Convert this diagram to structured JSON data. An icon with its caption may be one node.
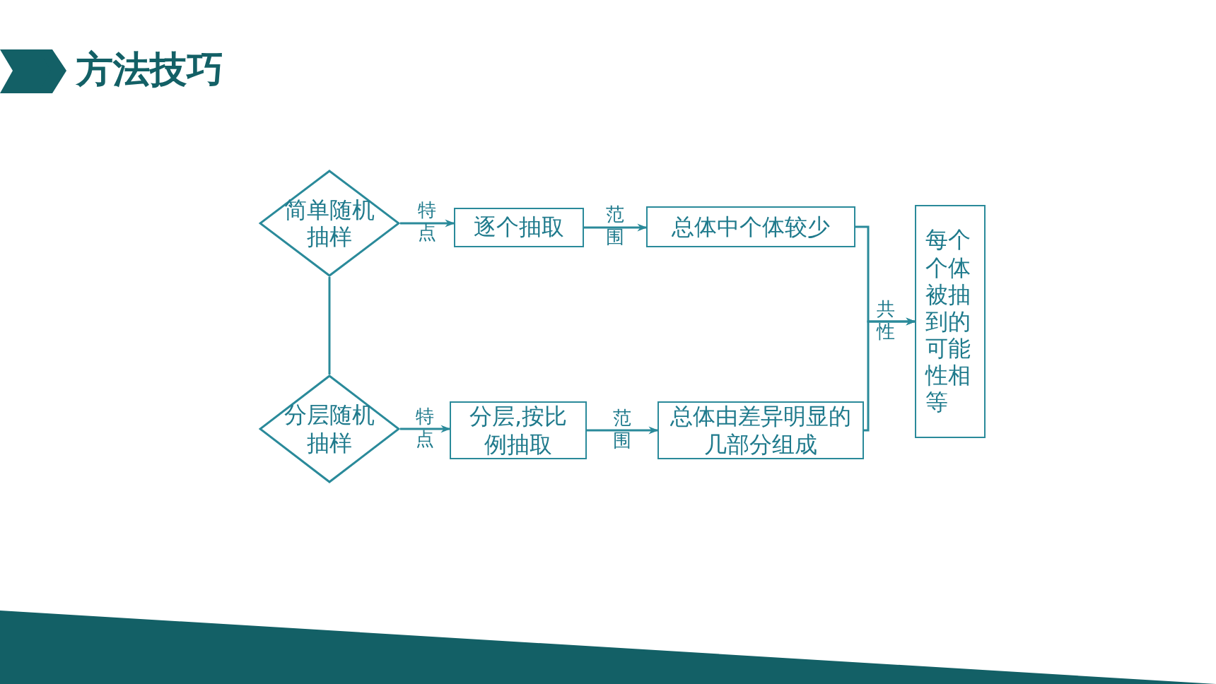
{
  "diagram": {
    "title": "方法技巧",
    "nodes": [
      {
        "text": [
          "简单随机抽样"
        ]
      },
      {
        "text": [
          "逐个抽取"
        ]
      },
      {
        "text": [
          "总体中个体较少"
        ]
      },
      {
        "text": [
          "分层随机抽样"
        ]
      },
      {
        "text": [
          "分层,按比例抽取"
        ]
      },
      {
        "text": [
          "总体由差异明显的几部分组成"
        ]
      },
      {
        "text": [
          "每个个体被抽到的可能性相等"
        ]
      }
    ],
    "edges": [
      {
        "from": 0,
        "to": 1,
        "arrow": "to",
        "label": "特点"
      },
      {
        "from": 1,
        "to": 2,
        "arrow": "to",
        "label": "范围"
      },
      {
        "from": 3,
        "to": 4,
        "arrow": "to",
        "label": "特点"
      },
      {
        "from": 4,
        "to": 5,
        "arrow": "to",
        "label": "范围"
      },
      {
        "from": 0,
        "to": 3,
        "arrow": "none"
      },
      {
        "from": 2,
        "to": 6,
        "arrow": "to",
        "label": "共性"
      },
      {
        "from": 5,
        "to": 6,
        "arrow": "to"
      }
    ]
  }
}
